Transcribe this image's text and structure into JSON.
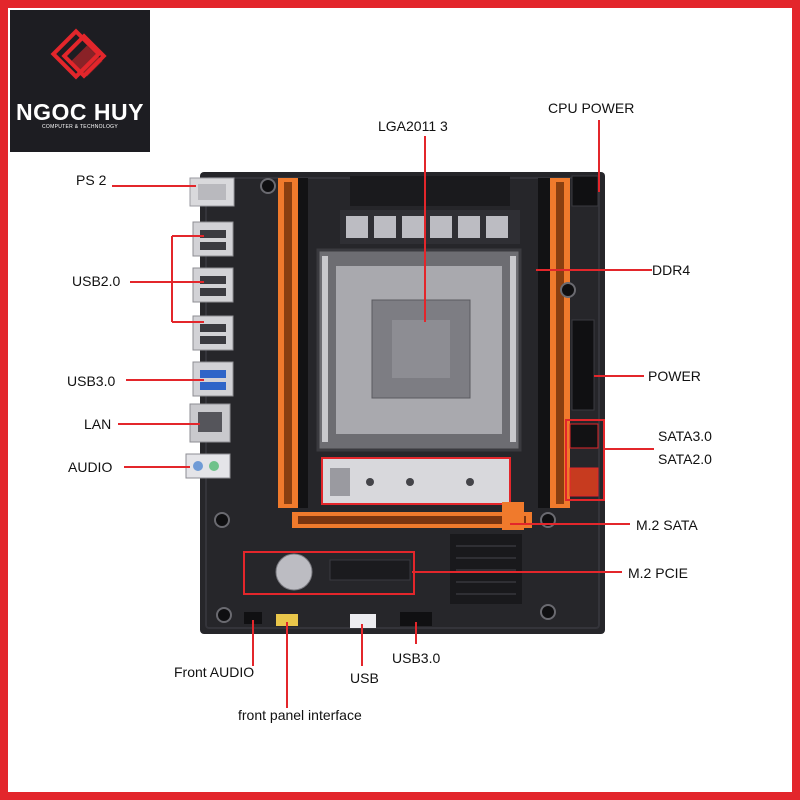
{
  "brand": {
    "name": "NGOC HUY",
    "tagline": "COMPUTER & TECHNOLOGY"
  },
  "colors": {
    "frame": "#e3262b",
    "callout": "#e3262b",
    "board": "#26262a",
    "dimm_slot": "#f07a2c",
    "logo_bg": "#1d1d22"
  },
  "callouts": {
    "cpu_socket": "LGA2011 3",
    "cpu_power": "CPU POWER",
    "ps2": "PS 2",
    "usb20": "USB2.0",
    "usb30_rear": "USB3.0",
    "lan": "LAN",
    "audio": "AUDIO",
    "ddr4": "DDR4",
    "power": "POWER",
    "sata30": "SATA3.0",
    "sata20": "SATA2.0",
    "m2_sata": "M.2 SATA",
    "m2_pcie": "M.2 PCIE",
    "front_audio": "Front AUDIO",
    "usb_header": "USB",
    "usb30_header": "USB3.0",
    "front_panel": "front panel interface"
  }
}
